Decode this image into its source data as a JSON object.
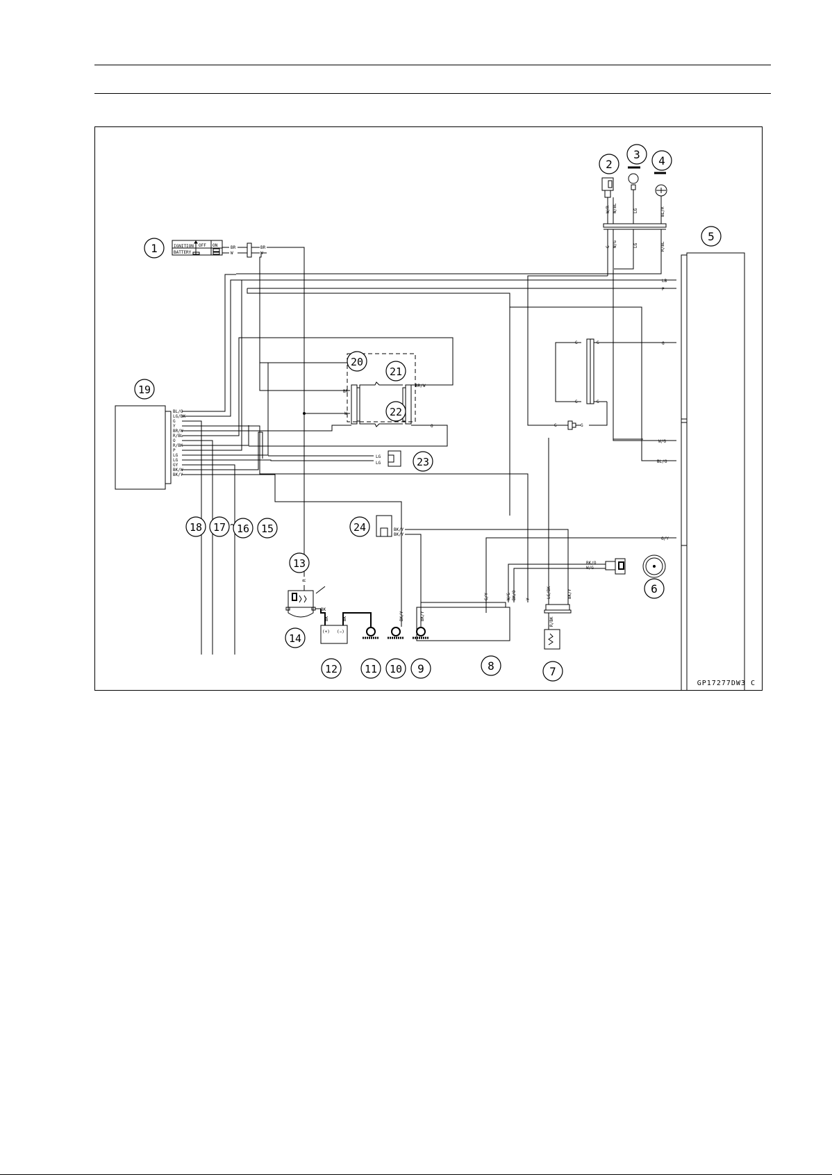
{
  "drawing_code": "GP17277DW3 C",
  "ignition_switch": {
    "rows": [
      "IGNITION",
      "BATTERY"
    ],
    "cols": [
      "OFF",
      "ON"
    ]
  },
  "battery_terminals": [
    "(+)",
    "(−)"
  ],
  "callouts": [
    "1",
    "2",
    "3",
    "4",
    "5",
    "6",
    "7",
    "8",
    "9",
    "10",
    "11",
    "12",
    "13",
    "14",
    "15",
    "16",
    "17",
    "18",
    "19",
    "20",
    "21",
    "22",
    "23",
    "24"
  ],
  "wire_colors": {
    "ign_br": "BR",
    "ign_w": "W",
    "ign_br2": "BR",
    "ign_w2": "W",
    "c2": "W/R",
    "c2b": "W/BL",
    "c3": "LG",
    "c4": "BL/R",
    "jg": "G",
    "jws": "W/G",
    "jlg": "LG",
    "jrbl": "R/BL",
    "m_lb": "LB",
    "m_p": "P",
    "m_g": "G",
    "m_wg": "W/G",
    "m_blo": "BL/O",
    "m_gy": "G/Y",
    "mid_g1": "G",
    "mid_g2": "G",
    "mid_g3": "G",
    "mid_g4": "G",
    "mid_g5": "G",
    "mid_g6": "G",
    "e19": [
      "BL/O",
      "LG/BK",
      "G",
      "Y",
      "BR/W",
      "R/BL",
      "O",
      "R/BK",
      "P",
      "LG",
      "LG",
      "GY",
      "BK/W",
      "BK/Y"
    ],
    "r20_br": "BR",
    "r20_w": "W",
    "r20_brw": "BR/W",
    "r20_o": "O",
    "c23a": "LG",
    "c23b": "LG",
    "c24a": "BK/Y",
    "c24b": "BK/Y",
    "c13": "R",
    "c14": "BK",
    "b_bk1": "BK",
    "b_bk2": "BK",
    "g10": "BK/Y",
    "g9": "BK/Y",
    "u8": [
      "G/Y",
      "W/G",
      "BK/O",
      "Y"
    ],
    "u8b": "LG/BK",
    "u8c": "BK/Y",
    "s6a": "BK/O",
    "s6b": "W/G",
    "s7": "R/BK"
  }
}
